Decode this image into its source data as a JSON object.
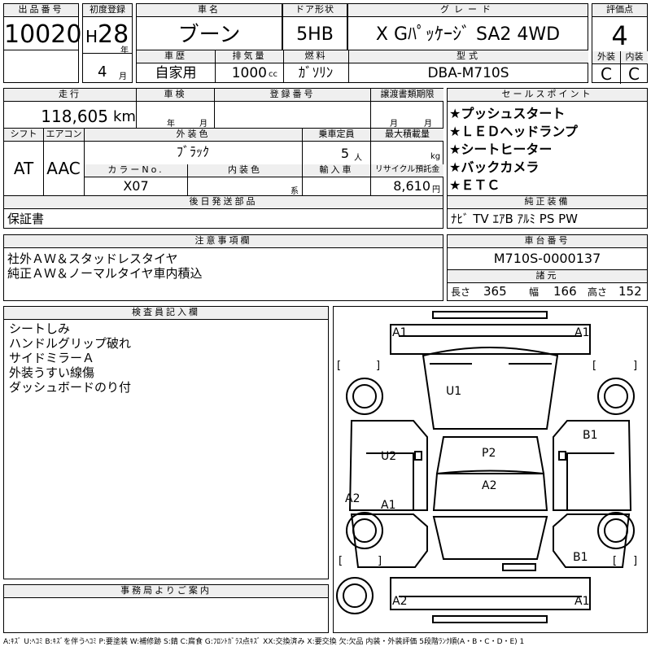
{
  "labels": {
    "lot_no": "出品番号",
    "first_reg": "初度登録",
    "car_name": "車名",
    "door": "ドア形状",
    "grade": "グレード",
    "score": "評価点",
    "exterior": "外装",
    "interior": "内装",
    "history": "車歴",
    "displacement": "排気量",
    "fuel": "燃料",
    "model_code": "型式",
    "mileage": "走行",
    "inspection": "車検",
    "reg_no": "登録番号",
    "transfer_deadline": "譲渡書類期限",
    "sales_points": "セールスポイント",
    "shift": "シフト",
    "aircon": "エアコン",
    "ext_color": "外装色",
    "capacity": "乗車定員",
    "max_load": "最大積載量",
    "color_no": "カラーNo.",
    "int_color": "内装色",
    "import": "輸入車",
    "recycle": "リサイクル預託金",
    "later_parts": "後日発送部品",
    "equipment": "純正装備",
    "notes": "注意事項欄",
    "chassis": "車台番号",
    "specs": "諸元",
    "length": "長さ",
    "width": "幅",
    "height": "高さ",
    "inspector": "検査員記入欄",
    "office": "事務局よりご案内",
    "unit_year": "年",
    "unit_month": "月",
    "unit_cc": "cc",
    "unit_km": "km",
    "unit_person": "人",
    "unit_kg": "kg",
    "unit_yen": "円",
    "unit_kei": "系"
  },
  "vehicle": {
    "lot_no": "10020",
    "era": "H",
    "year": "28",
    "month": "4",
    "car_name": "ブーン",
    "door": "5HB",
    "grade": "X Gﾊﾟｯｹｰｼﾞ SA2 4WD",
    "score": "4",
    "exterior": "C",
    "interior": "C",
    "history": "自家用",
    "displacement": "1000",
    "fuel": "ｶﾞｿﾘﾝ",
    "model_code": "DBA-M710S",
    "mileage": "118,605",
    "shift": "AT",
    "aircon": "AAC",
    "ext_color": "ﾌﾞﾗｯｸ",
    "capacity": "5",
    "color_no": "X07",
    "recycle": "8,610",
    "later_parts": "保証書",
    "equipment": "ﾅﾋﾞ TV ｴｱB ｱﾙﾐ PS PW",
    "chassis": "M710S-0000137",
    "length": "365",
    "width": "166",
    "height": "152"
  },
  "sales_points": [
    "★プッシュスタート",
    "★ＬＥＤヘッドランプ",
    "★シートヒーター",
    "★バックカメラ",
    "★ＥＴＣ"
  ],
  "notes": [
    "社外ＡＷ＆スタッドレスタイヤ",
    "純正ＡＷ＆ノーマルタイヤ車内積込"
  ],
  "inspector_notes": [
    "シートしみ",
    "ハンドルグリップ破れ",
    "サイドミラーＡ",
    "外装うすい線傷",
    "ダッシュボードのり付"
  ],
  "damage_marks": {
    "front_left": "A1",
    "front_right": "A1",
    "hood": "U1",
    "left_door": "U2",
    "roof": "P2",
    "rear_roof": "A2",
    "right_door": "B1",
    "left_fender": "A2",
    "left_rear_door": "A1",
    "right_quarter": "B1",
    "rear_left": "A2",
    "rear_right": "A1"
  },
  "legend": "A:ｷｽﾞ U:ﾍｺﾐ B:ｷｽﾞを伴うﾍｺﾐ P:要塗装 W:補修跡 S:錆 C:腐食 G:ﾌﾛﾝﾄｶﾞﾗｽ点ｷｽﾞ XX:交換済み X:要交換 欠:欠品 内装・外装評価 5段階ﾗﾝｸ順(A・B・C・D・E) 1"
}
